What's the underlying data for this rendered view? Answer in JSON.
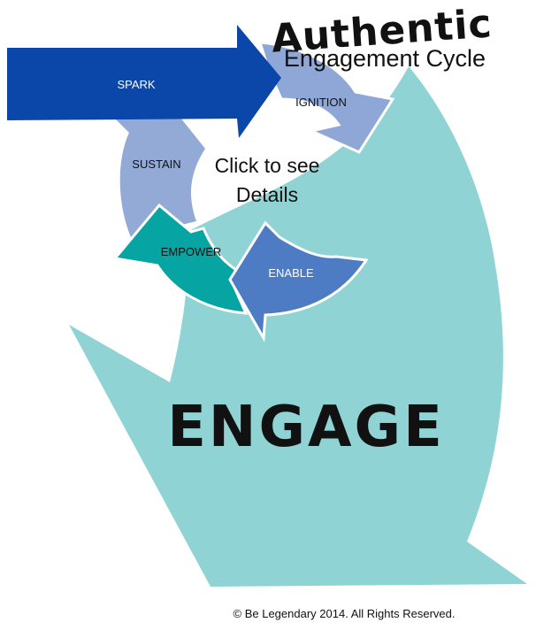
{
  "title": {
    "main": "Authentic",
    "sub": "Engagement Cycle"
  },
  "cycle": {
    "spark": "SPARK",
    "ignition": "IGNITION",
    "sustain": "SUSTAIN",
    "empower": "EMPOWER",
    "enable": "ENABLE"
  },
  "cta": {
    "line1": "Click to see",
    "line2": "Details"
  },
  "big_arrow_label": "ENGAGE",
  "copyright": "© Be Legendary 2014.  All Rights Reserved.",
  "colors": {
    "engage_arrow": "#8FD3D5",
    "spark": "#0A47A9",
    "ignition": "#8EA7D6",
    "sustain": "#93A9D6",
    "empower": "#06A5A3",
    "enable": "#4E7CC4",
    "text_dark": "#111111",
    "text_light": "#FFFFFF"
  }
}
